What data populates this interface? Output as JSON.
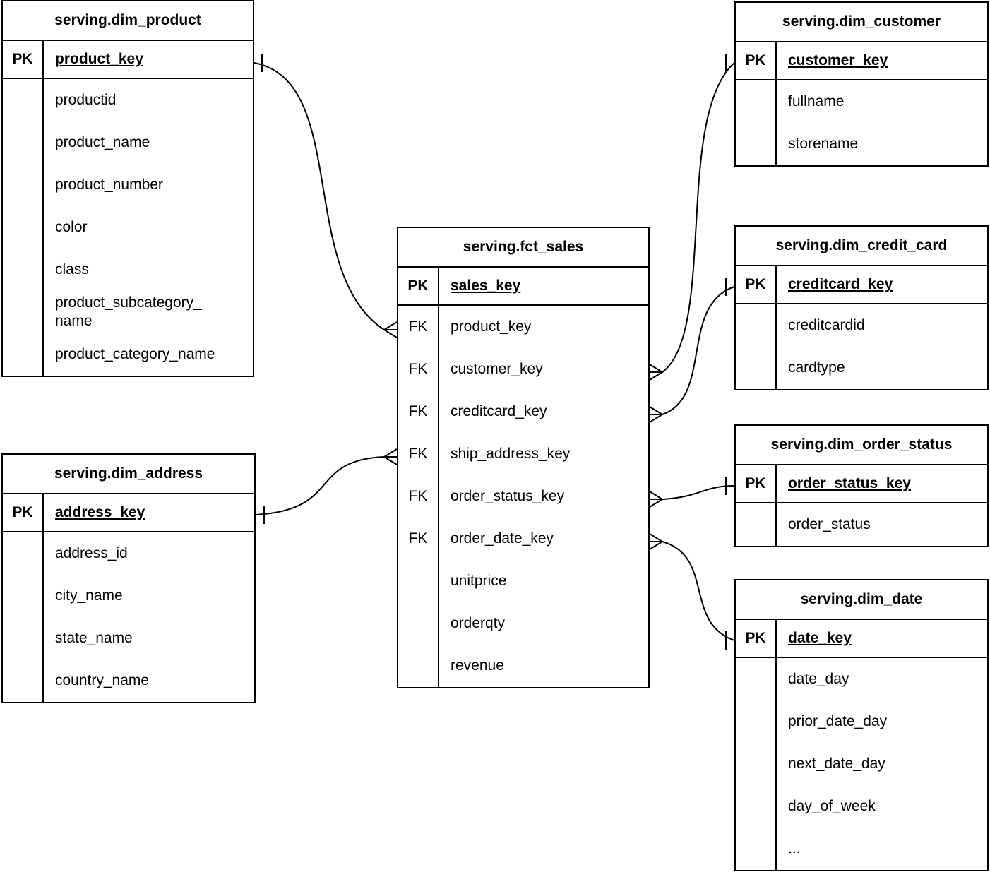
{
  "diagram": {
    "background_color": "#ffffff",
    "line_color": "#000000",
    "notation": "crow-foot",
    "tables": {
      "dim_product": {
        "title": "serving.dim_product",
        "pk": {
          "label": "PK",
          "field": "product_key"
        },
        "fields": [
          "productid",
          "product_name",
          "product_number",
          "color",
          "class",
          "product_subcategory_\nname",
          "product_category_name"
        ]
      },
      "dim_customer": {
        "title": "serving.dim_customer",
        "pk": {
          "label": "PK",
          "field": "customer_key"
        },
        "fields": [
          "fullname",
          "storename"
        ]
      },
      "fct_sales": {
        "title": "serving.fct_sales",
        "pk": {
          "label": "PK",
          "field": "sales_key"
        },
        "rows": [
          {
            "key": "FK",
            "name": "product_key"
          },
          {
            "key": "FK",
            "name": "customer_key"
          },
          {
            "key": "FK",
            "name": "creditcard_key"
          },
          {
            "key": "FK",
            "name": "ship_address_key"
          },
          {
            "key": "FK",
            "name": "order_status_key"
          },
          {
            "key": "FK",
            "name": "order_date_key"
          },
          {
            "key": "",
            "name": "unitprice"
          },
          {
            "key": "",
            "name": "orderqty"
          },
          {
            "key": "",
            "name": "revenue"
          }
        ]
      },
      "dim_credit_card": {
        "title": "serving.dim_credit_card",
        "pk": {
          "label": "PK",
          "field": "creditcard_key"
        },
        "fields": [
          "creditcardid",
          "cardtype"
        ]
      },
      "dim_order_status": {
        "title": "serving.dim_order_status",
        "pk": {
          "label": "PK",
          "field": "order_status_key"
        },
        "fields": [
          "order_status"
        ]
      },
      "dim_date": {
        "title": "serving.dim_date",
        "pk": {
          "label": "PK",
          "field": "date_key"
        },
        "fields": [
          "date_day",
          "prior_date_day",
          "next_date_day",
          "day_of_week",
          "..."
        ]
      },
      "dim_address": {
        "title": "serving.dim_address",
        "pk": {
          "label": "PK",
          "field": "address_key"
        },
        "fields": [
          "address_id",
          "city_name",
          "state_name",
          "country_name"
        ]
      }
    },
    "relations": [
      {
        "one": "serving.dim_product.product_key",
        "many": "serving.fct_sales.product_key"
      },
      {
        "one": "serving.dim_address.address_key",
        "many": "serving.fct_sales.ship_address_key"
      },
      {
        "one": "serving.dim_customer.customer_key",
        "many": "serving.fct_sales.customer_key"
      },
      {
        "one": "serving.dim_credit_card.creditcard_key",
        "many": "serving.fct_sales.creditcard_key"
      },
      {
        "one": "serving.dim_order_status.order_status_key",
        "many": "serving.fct_sales.order_status_key"
      },
      {
        "one": "serving.dim_date.date_key",
        "many": "serving.fct_sales.order_date_key"
      }
    ]
  }
}
